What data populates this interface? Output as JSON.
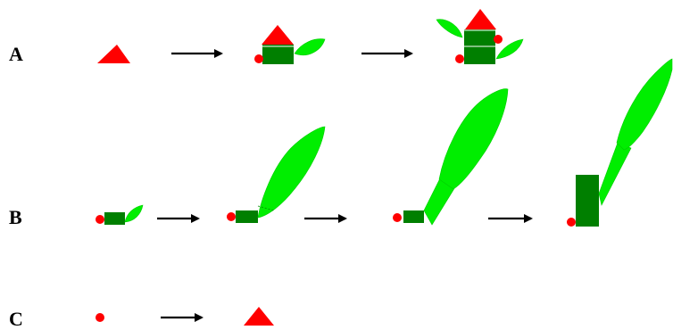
{
  "rows": [
    {
      "label": "A"
    },
    {
      "label": "B"
    },
    {
      "label": "C"
    }
  ],
  "colors": {
    "apex_red": "#ff0000",
    "stem_green": "#007f00",
    "leaf_green": "#00ee00",
    "leaf_edge": "#008800",
    "arrow_black": "#000000",
    "divider_white": "#ffffff"
  },
  "icons": {
    "apex": "red-triangle",
    "bud": "red-dot",
    "arrow": "right-arrow"
  }
}
